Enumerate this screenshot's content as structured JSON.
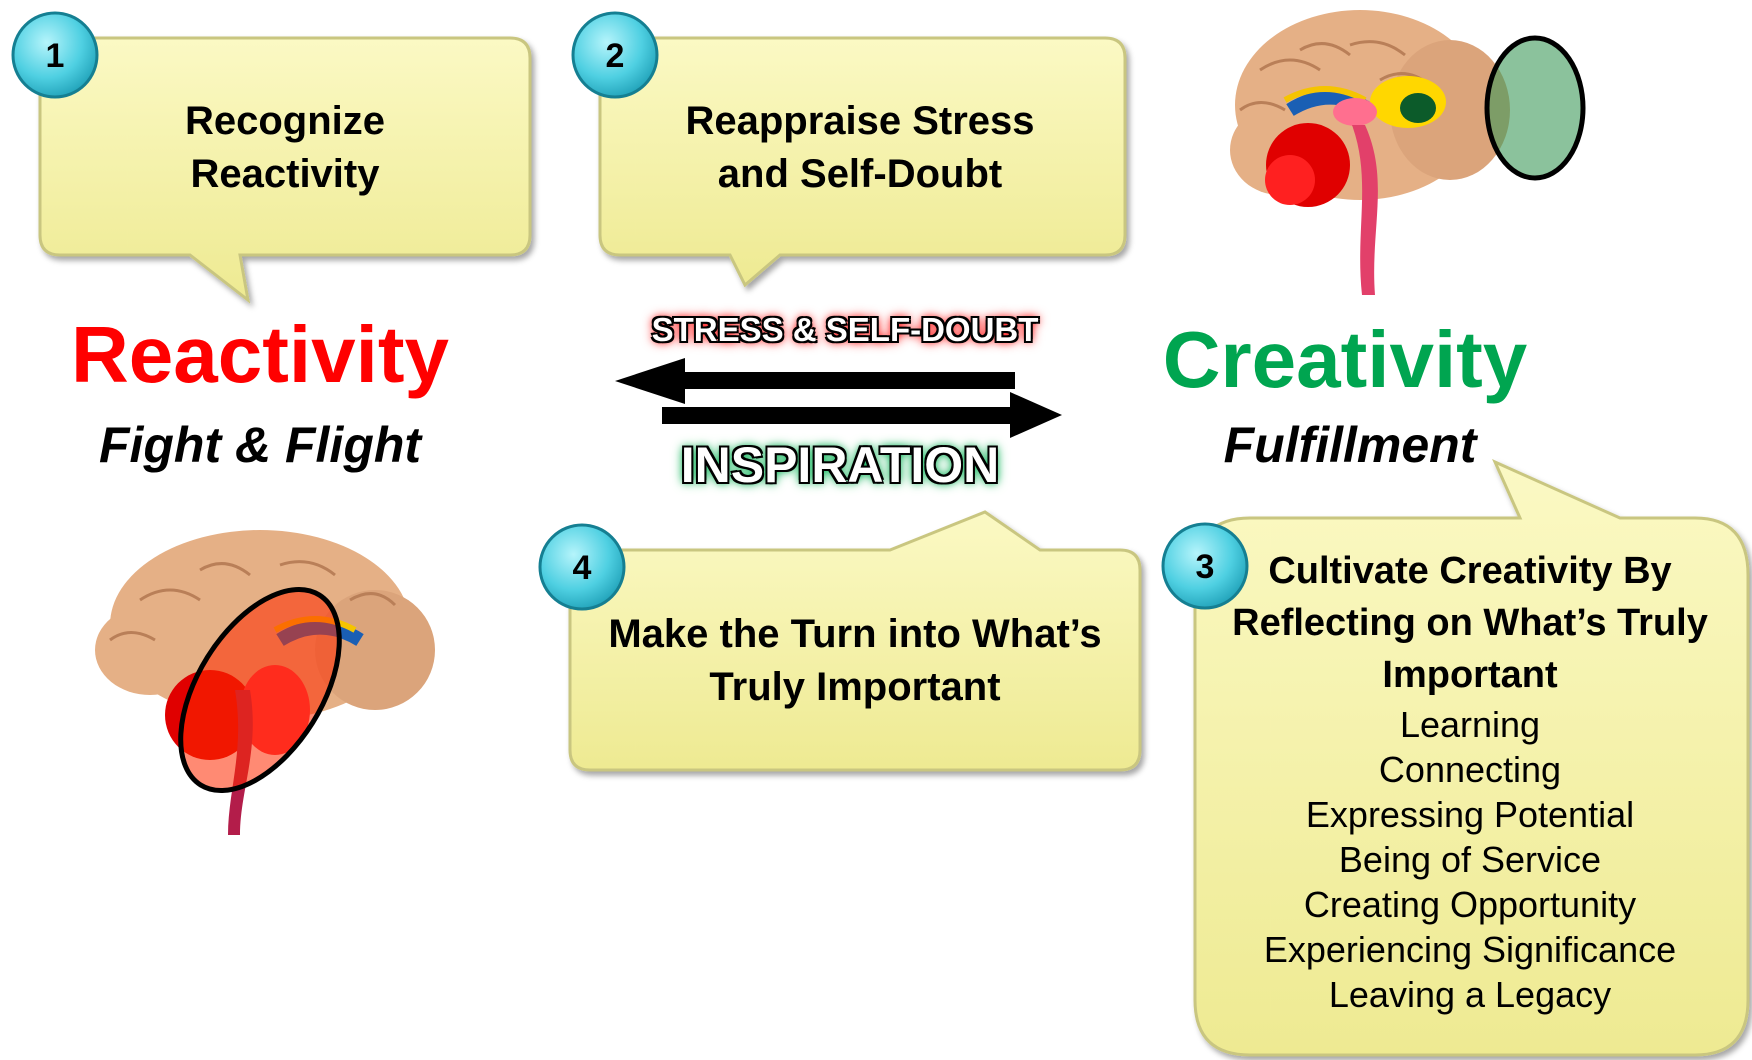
{
  "steps": [
    {
      "number": "1",
      "title": "Recognize Reactivity"
    },
    {
      "number": "2",
      "title": "Reappraise Stress and Self-Doubt"
    },
    {
      "number": "3",
      "title": "Cultivate Creativity By Reflecting on What’s Truly Important"
    },
    {
      "number": "4",
      "title": "Make the Turn into What’s Truly Important"
    }
  ],
  "reactivity": {
    "label": "Reactivity",
    "sublabel": "Fight & Flight",
    "color": "#ff0000"
  },
  "creativity": {
    "label": "Creativity",
    "sublabel": "Fulfillment",
    "color": "#00a550"
  },
  "arrows": {
    "top_label": "STRESS & SELF-DOUBT",
    "bottom_label": "INSPIRATION"
  },
  "important_list": [
    "Learning",
    "Connecting",
    "Expressing Potential",
    "Being of Service",
    "Creating Opportunity",
    "Experiencing Significance",
    "Leaving a Legacy"
  ],
  "colors": {
    "bubble_fill": "#f7f4a6",
    "bubble_edge": "#c9c680",
    "badge_fill": "#5fd7e6"
  }
}
